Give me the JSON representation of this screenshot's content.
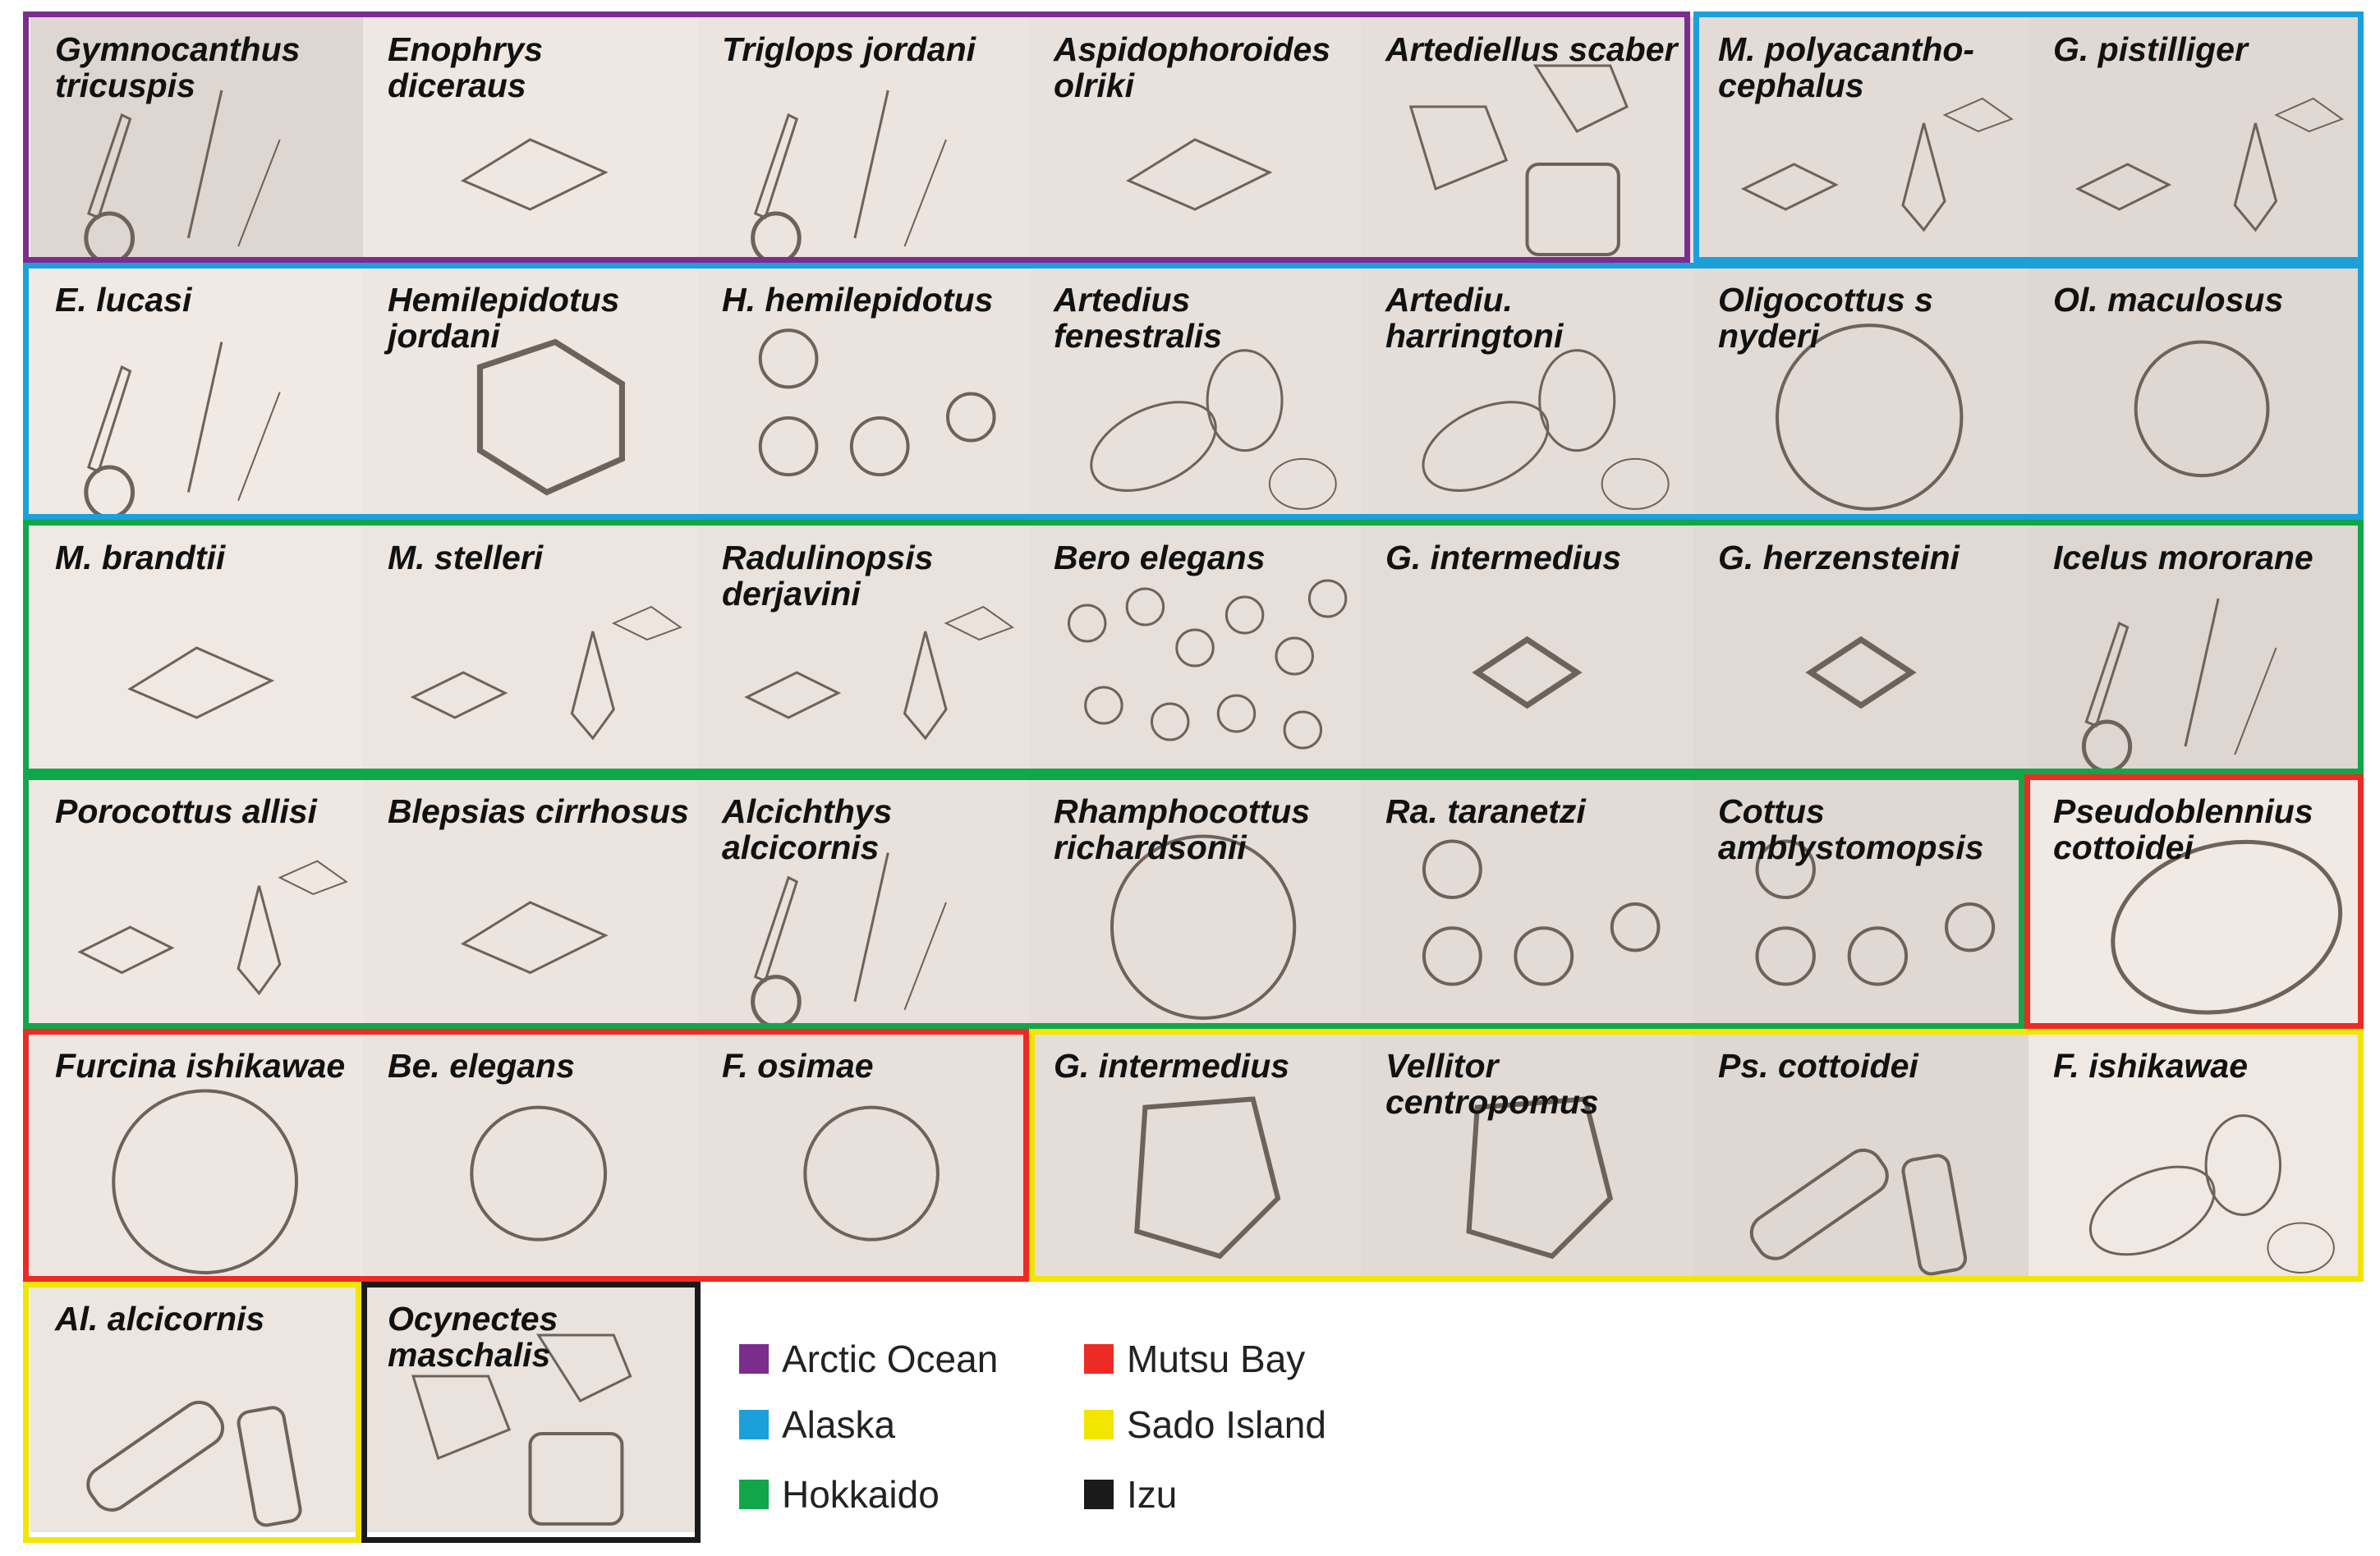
{
  "regions": [
    {
      "key": "arctic",
      "name": "Arctic Ocean",
      "color": "#7b2d8e"
    },
    {
      "key": "alaska",
      "name": "Alaska",
      "color": "#1ba0dc"
    },
    {
      "key": "hokkaido",
      "name": "Hokkaido",
      "color": "#11a64a"
    },
    {
      "key": "mutsu",
      "name": "Mutsu Bay",
      "color": "#ee2a24"
    },
    {
      "key": "sado",
      "name": "Sado Island",
      "color": "#f2e500"
    },
    {
      "key": "izu",
      "name": "Izu",
      "color": "#1a1a1a"
    }
  ],
  "panels": [
    {
      "label": "Gymnocanthus\ntricuspis",
      "region": "arctic",
      "shape": "needles",
      "icon": "micrograph-needles"
    },
    {
      "label": "Enophrys diceraus",
      "region": "arctic",
      "shape": "spindle",
      "icon": "micrograph-spindle"
    },
    {
      "label": "Triglops jordani",
      "region": "arctic",
      "shape": "needles",
      "icon": "micrograph-needles"
    },
    {
      "label": "Aspidophoroides\nolriki",
      "region": "arctic",
      "shape": "spindle",
      "icon": "micrograph-spindle"
    },
    {
      "label": "Artediellus scaber",
      "region": "arctic",
      "shape": "polygons",
      "icon": "micrograph-polygons"
    },
    {
      "label": "M. polyacantho-\ncephalus",
      "region": "alaska",
      "shape": "spindles",
      "icon": "micrograph-spindles"
    },
    {
      "label": "G. pistilliger",
      "region": "alaska",
      "shape": "spindles",
      "icon": "micrograph-spindles"
    },
    {
      "label": "E. lucasi",
      "region": "alaska",
      "shape": "needles",
      "icon": "micrograph-needles"
    },
    {
      "label": "Hemilepidotus\njordani",
      "region": "alaska",
      "shape": "hexagon",
      "icon": "micrograph-hexagon"
    },
    {
      "label": "H. hemilepidotus",
      "region": "alaska",
      "shape": "circles",
      "icon": "micrograph-circles"
    },
    {
      "label": "Artedius\nfenestralis",
      "region": "alaska",
      "shape": "ovals",
      "icon": "micrograph-ovals"
    },
    {
      "label": "Artediu.\nharringtoni",
      "region": "alaska",
      "shape": "ovals",
      "icon": "micrograph-ovals"
    },
    {
      "label": "Oligocottus s\nnyderi",
      "region": "alaska",
      "shape": "bigcircle",
      "icon": "micrograph-bigcircle"
    },
    {
      "label": "Ol. maculosus",
      "region": "alaska",
      "shape": "circle",
      "icon": "micrograph-circle"
    },
    {
      "label": "M. brandtii",
      "region": "hokkaido",
      "shape": "spindle",
      "icon": "micrograph-spindle"
    },
    {
      "label": "M. stelleri",
      "region": "hokkaido",
      "shape": "spindles",
      "icon": "micrograph-spindles"
    },
    {
      "label": "Radulinopsis\nderjavini",
      "region": "hokkaido",
      "shape": "spindles",
      "icon": "micrograph-spindles"
    },
    {
      "label": "Bero elegans",
      "region": "hokkaido",
      "shape": "smallcircles",
      "icon": "micrograph-smallcircles"
    },
    {
      "label": "G. intermedius",
      "region": "hokkaido",
      "shape": "rhombus",
      "icon": "micrograph-rhombus"
    },
    {
      "label": "G. herzensteini",
      "region": "hokkaido",
      "shape": "rhombus",
      "icon": "micrograph-rhombus"
    },
    {
      "label": "Icelus mororane",
      "region": "hokkaido",
      "shape": "needles",
      "icon": "micrograph-needles"
    },
    {
      "label": "Porocottus allisi",
      "region": "hokkaido",
      "shape": "spindles",
      "icon": "micrograph-spindles"
    },
    {
      "label": "Blepsias cirrhosus",
      "region": "hokkaido",
      "shape": "spindle",
      "icon": "micrograph-spindle"
    },
    {
      "label": "Alcichthys\nalcicornis",
      "region": "hokkaido",
      "shape": "needles",
      "icon": "micrograph-needles"
    },
    {
      "label": "Rhamphocottus\nrichardsonii",
      "region": "hokkaido",
      "shape": "bigcircle",
      "icon": "micrograph-bigcircle"
    },
    {
      "label": "Ra. taranetzi",
      "region": "hokkaido",
      "shape": "circles",
      "icon": "micrograph-circles"
    },
    {
      "label": "Cottus\namblystomopsis",
      "region": "hokkaido",
      "shape": "circles",
      "icon": "micrograph-circles"
    },
    {
      "label": "Pseudoblennius\ncottoidei",
      "region": "mutsu",
      "shape": "bigoval",
      "icon": "micrograph-bigoval"
    },
    {
      "label": "Furcina ishikawae",
      "region": "mutsu",
      "shape": "bigcircle",
      "icon": "micrograph-bigcircle"
    },
    {
      "label": "Be. elegans",
      "region": "mutsu",
      "shape": "circle",
      "icon": "micrograph-circle"
    },
    {
      "label": "F. osimae",
      "region": "mutsu",
      "shape": "circle",
      "icon": "micrograph-circle"
    },
    {
      "label": "G. intermedius",
      "region": "sado",
      "shape": "polygon",
      "icon": "micrograph-polygon"
    },
    {
      "label": "Vellitor\ncentropomus",
      "region": "sado",
      "shape": "polygon",
      "icon": "micrograph-polygon"
    },
    {
      "label": "Ps. cottoidei",
      "region": "sado",
      "shape": "rods",
      "icon": "micrograph-rods"
    },
    {
      "label": "F. ishikawae",
      "region": "sado",
      "shape": "ovals",
      "icon": "micrograph-ovals"
    },
    {
      "label": "Al. alcicornis",
      "region": "sado",
      "shape": "rods",
      "icon": "micrograph-rods"
    },
    {
      "label": "Ocynectes\nmaschalis",
      "region": "izu",
      "shape": "polygons",
      "icon": "micrograph-polygons"
    }
  ]
}
